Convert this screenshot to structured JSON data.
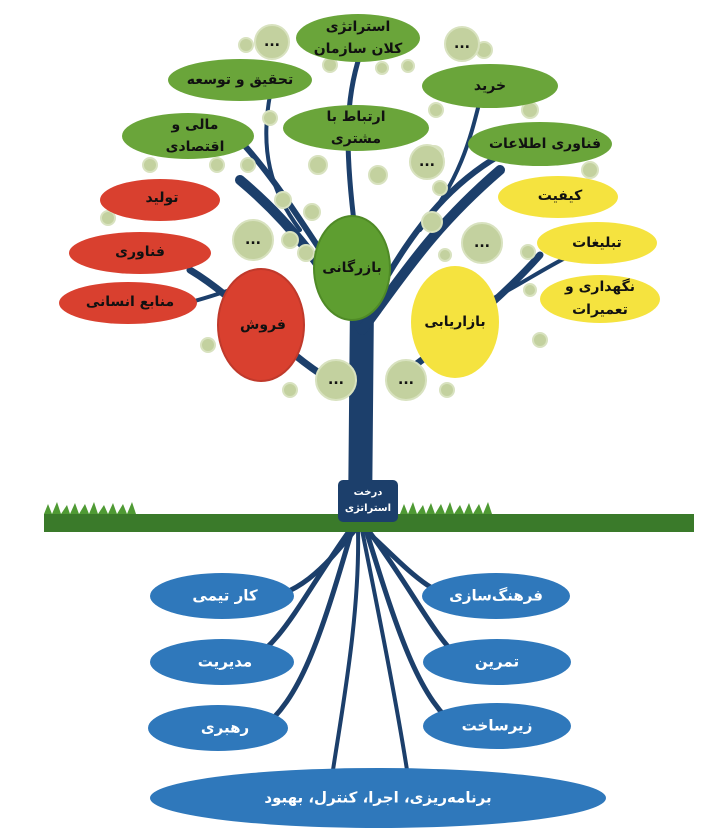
{
  "trunk_label": [
    "درخت",
    "استراتژی"
  ],
  "green_branches": [
    {
      "lines": [
        "استراتژی",
        "کلان سازمان"
      ]
    },
    {
      "lines": [
        "تحقیق و توسعه"
      ]
    },
    {
      "lines": [
        "خرید"
      ]
    },
    {
      "lines": [
        "مالی و",
        "اقتصادی"
      ]
    },
    {
      "lines": [
        "ارتباط با",
        "مشتری"
      ]
    },
    {
      "lines": [
        "فناوری اطلاعات"
      ]
    }
  ],
  "red_branches": [
    "تولید",
    "فناوری",
    "منابع انسانی"
  ],
  "yellow_branches": [
    {
      "lines": [
        "کیفیت"
      ]
    },
    {
      "lines": [
        "تبلیغات"
      ]
    },
    {
      "lines": [
        "نگهداری و",
        "تعمیرات"
      ]
    }
  ],
  "hubs": {
    "sales": "فروش",
    "commerce": "بازرگانی",
    "marketing": "بازاریابی"
  },
  "roots_left": [
    "کار تیمی",
    "مدیریت",
    "رهبری"
  ],
  "roots_right": [
    "فرهنگ‌سازی",
    "تمرین",
    "زیرساخت"
  ],
  "root_base": "برنامه‌ریزی، اجرا، کنترل، بهبود",
  "placeholder": "...",
  "colors": {
    "green": "#6aa53a",
    "red": "#d9402f",
    "yellow": "#f5e33f",
    "blue": "#2f78bb",
    "trunk": "#1c3f6b"
  }
}
